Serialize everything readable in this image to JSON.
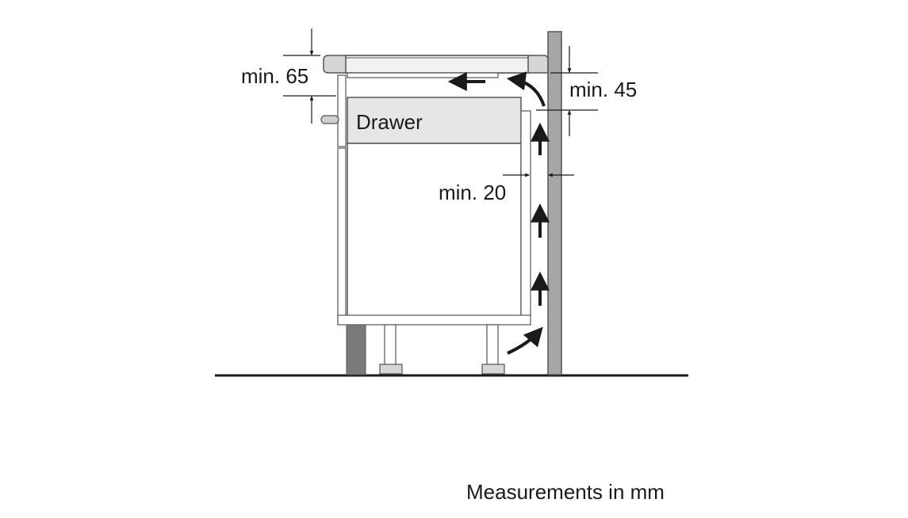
{
  "labels": {
    "drawer": "Drawer",
    "top_gap": "min. 65",
    "wall_gap": "min. 45",
    "side_gap": "min. 20",
    "caption": "Measurements in mm"
  },
  "colors": {
    "wall": "#a6a6a6",
    "plinth": "#7a7a7a",
    "drawer_fill": "#e6e6e6",
    "ink": "#1a1a1a"
  }
}
